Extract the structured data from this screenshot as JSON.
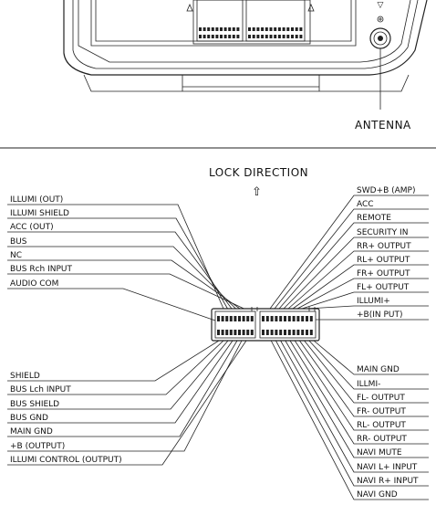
{
  "antenna_label": "ANTENNA",
  "lock_direction_label": "LOCK DIRECTION",
  "lock_arrow": "⇧",
  "left_top_labels": [
    "ILLUMI (OUT)",
    "ILLUMI SHIELD",
    "ACC (OUT)",
    "BUS",
    "NC",
    "BUS Rch INPUT",
    "AUDIO COM"
  ],
  "left_bottom_labels": [
    "SHIELD",
    "BUS Lch INPUT",
    "BUS SHIELD",
    "BUS GND",
    "MAIN GND",
    "+B (OUTPUT)",
    "ILLUMI CONTROL (OUTPUT)"
  ],
  "right_top_labels": [
    "SWD+B (AMP)",
    "ACC",
    "REMOTE",
    "SECURITY IN",
    "RR+ OUTPUT",
    "RL+ OUTPUT",
    "FR+ OUTPUT",
    "FL+ OUTPUT",
    "ILLUMI+",
    "+B(IN PUT)"
  ],
  "right_bottom_labels": [
    "MAIN GND",
    "ILLMI-",
    "FL- OUTPUT",
    "FR- OUTPUT",
    "RL- OUTPUT",
    "RR- OUTPUT",
    "NAVI MUTE",
    "NAVI L+ INPUT",
    "NAVI R+ INPUT",
    "NAVI GND"
  ]
}
